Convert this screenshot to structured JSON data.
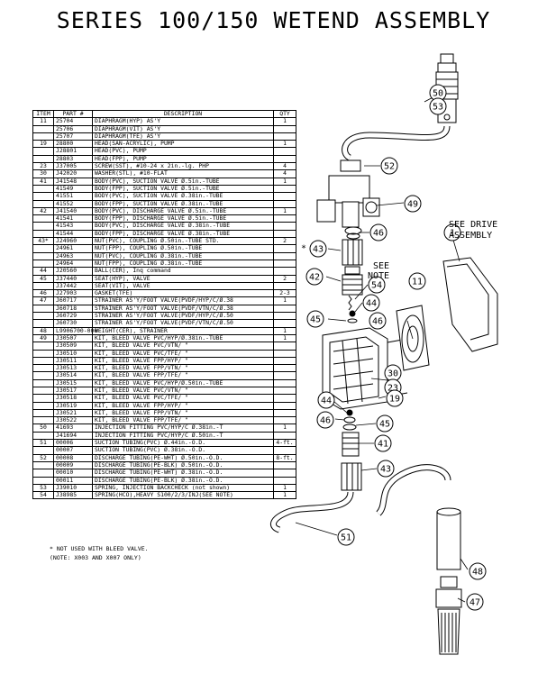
{
  "title": "SERIES 100/150 WETEND ASSEMBLY",
  "table": {
    "headers": {
      "item": "ITEM",
      "part": "PART #",
      "description": "DESCRIPTION",
      "qty": "QTY"
    },
    "rows": [
      {
        "item": "11",
        "part": "25704",
        "desc": "DIAPHRAGM(HYP) AS'Y",
        "qty": "1"
      },
      {
        "item": "",
        "part": "25706",
        "desc": "DIAPHRAGM(VIT) AS'Y",
        "qty": ""
      },
      {
        "item": "",
        "part": "25707",
        "desc": "DIAPHRAGM(TFE) AS'Y",
        "qty": ""
      },
      {
        "item": "19",
        "part": "28800",
        "desc": "HEAD(SAN-ACRYLIC), PUMP",
        "qty": "1"
      },
      {
        "item": "",
        "part": "J28801",
        "desc": "HEAD(PVC), PUMP",
        "qty": ""
      },
      {
        "item": "",
        "part": "28803",
        "desc": "HEAD(FPP), PUMP",
        "qty": ""
      },
      {
        "item": "23",
        "part": "J37005",
        "desc": "SCREW(SST), #10-24 x 2in.-lg. PHP",
        "qty": "4"
      },
      {
        "item": "30",
        "part": "J42020",
        "desc": "WASHER(STL), #10-FLAT",
        "qty": "4"
      },
      {
        "item": "41",
        "part": "J41548",
        "desc": "BODY(PVC), SUCTION VALVE Ø.5in.-TUBE",
        "qty": "1"
      },
      {
        "item": "",
        "part": "41549",
        "desc": "BODY(FPP), SUCTION VALVE Ø.5in.-TUBE",
        "qty": ""
      },
      {
        "item": "",
        "part": "41551",
        "desc": "BODY(PVC), SUCTION VALVE Ø.38in.-TUBE",
        "qty": ""
      },
      {
        "item": "",
        "part": "41552",
        "desc": "BODY(FPP), SUCTION VALVE Ø.38in.-TUBE",
        "qty": ""
      },
      {
        "item": "42",
        "part": "J41540",
        "desc": "BODY(PVC), DISCHARGE VALVE Ø.5in.-TUBE",
        "qty": "1"
      },
      {
        "item": "",
        "part": "41541",
        "desc": "BODY(FPP), DISCHARGE VALVE Ø.5in.-TUBE",
        "qty": ""
      },
      {
        "item": "",
        "part": "41543",
        "desc": "BODY(PVC), DISCHARGE VALVE Ø.38in.-TUBE",
        "qty": ""
      },
      {
        "item": "",
        "part": "41544",
        "desc": "BODY(FPP), DISCHARGE VALVE Ø.38in.-TUBE",
        "qty": ""
      },
      {
        "item": "43*",
        "part": "J24960",
        "desc": "NUT(PVC), COUPLING Ø.50in.-TUBE STD.",
        "qty": "2"
      },
      {
        "item": "",
        "part": "24961",
        "desc": "NUT(FPP), COUPLING Ø.50in.-TUBE",
        "qty": ""
      },
      {
        "item": "",
        "part": "24963",
        "desc": "NUT(PVC), COUPLING Ø.38in.-TUBE",
        "qty": ""
      },
      {
        "item": "",
        "part": "24964",
        "desc": "NUT(FPP), COUPLING Ø.38in.-TUBE",
        "qty": ""
      },
      {
        "item": "44",
        "part": "J20560",
        "desc": "BALL(CER), Inq command",
        "qty": ""
      },
      {
        "item": "45",
        "part": "J37440",
        "desc": "SEAT(HYP), VALVE",
        "qty": "2"
      },
      {
        "item": "",
        "part": "J37442",
        "desc": "SEAT(VIT), VALVE",
        "qty": ""
      },
      {
        "item": "46",
        "part": "J27903",
        "desc": "GASKET(TFE)",
        "qty": "2-3"
      },
      {
        "item": "47",
        "part": "J60717",
        "desc": "STRAINER AS'Y/FOOT VALVE(PVDF/HYP/C/Ø.38",
        "qty": "1"
      },
      {
        "item": "",
        "part": "J60718",
        "desc": "STRAINER AS'Y/FOOT VALVE(PVDF/VTN/C/Ø.38",
        "qty": ""
      },
      {
        "item": "",
        "part": "J60729",
        "desc": "STRAINER AS'Y/FOOT VALVE(PVDF/HYP/C/Ø.50",
        "qty": ""
      },
      {
        "item": "",
        "part": "J60730",
        "desc": "STRAINER AS'Y/FOOT VALVE(PVDF/VTN/C/Ø.50",
        "qty": ""
      },
      {
        "item": "48",
        "part": "L9906700-000",
        "desc": "WEIGHT(CER), STRAINER",
        "qty": "1"
      },
      {
        "item": "49",
        "part": "J30507",
        "desc": "KIT, BLEED VALVE PVC/HYP/Ø.38in.-TUBE",
        "qty": "1"
      },
      {
        "item": "",
        "part": "J30509",
        "desc": "KIT, BLEED VALVE PVC/VTN/      \"",
        "qty": ""
      },
      {
        "item": "",
        "part": "J30510",
        "desc": "KIT, BLEED VALVE PVC/TFE/      \"",
        "qty": ""
      },
      {
        "item": "",
        "part": "J30511",
        "desc": "KIT, BLEED VALVE FPP/HYP/      \"",
        "qty": ""
      },
      {
        "item": "",
        "part": "J30513",
        "desc": "KIT, BLEED VALVE FPP/VTN/      \"",
        "qty": ""
      },
      {
        "item": "",
        "part": "J30514",
        "desc": "KIT, BLEED VALVE FPP/TFE/      \"",
        "qty": ""
      },
      {
        "item": "",
        "part": "J30515",
        "desc": "KIT, BLEED VALVE PVC/HYP/Ø.50in.-TUBE",
        "qty": ""
      },
      {
        "item": "",
        "part": "J30517",
        "desc": "KIT, BLEED VALVE PVC/VTN/      \"",
        "qty": ""
      },
      {
        "item": "",
        "part": "J30518",
        "desc": "KIT, BLEED VALVE PVC/TFE/      \"",
        "qty": ""
      },
      {
        "item": "",
        "part": "J30519",
        "desc": "KIT, BLEED VALVE FPP/HYP/      \"",
        "qty": ""
      },
      {
        "item": "",
        "part": "J30521",
        "desc": "KIT, BLEED VALVE FPP/VTN/      \"",
        "qty": ""
      },
      {
        "item": "",
        "part": "J30522",
        "desc": "KIT, BLEED VALVE FPP/TFE/      \"",
        "qty": ""
      },
      {
        "item": "50",
        "part": "41693",
        "desc": "INJECTION FITTING PVC/HYP/C Ø.38in.-T",
        "qty": "1"
      },
      {
        "item": "",
        "part": "J41694",
        "desc": "INJECTION FITTING PVC/HYP/C Ø.50in.-T",
        "qty": ""
      },
      {
        "item": "51",
        "part": "00006",
        "desc": "SUCTION TUBING(PVC) Ø.44in.-O.D.",
        "qty": "4-ft."
      },
      {
        "item": "",
        "part": "00007",
        "desc": "SUCTION TUBING(PVC) Ø.38in.-O.D.",
        "qty": ""
      },
      {
        "item": "52",
        "part": "00008",
        "desc": "DISCHARGE TUBING(PE-WHT) Ø.50in.-O.D.",
        "qty": "8-ft."
      },
      {
        "item": "",
        "part": "00009",
        "desc": "DISCHARGE TUBING(PE-BLK) Ø.50in.-O.D.",
        "qty": ""
      },
      {
        "item": "",
        "part": "00010",
        "desc": "DISCHARGE TUBING(PE-WHT) Ø.38in.-O.D.",
        "qty": ""
      },
      {
        "item": "",
        "part": "00011",
        "desc": "DISCHARGE TUBING(PE-BLK) Ø.38in.-O.D.",
        "qty": ""
      },
      {
        "item": "53",
        "part": "J39010",
        "desc": "SPRING, INJECTION BACKCHECK (not shown)",
        "qty": "1"
      },
      {
        "item": "54",
        "part": "J38985",
        "desc": "SPRING(HCO),HEAVY S100/2/3/INJ(SEE NOTE)",
        "qty": "1"
      }
    ]
  },
  "footnote": {
    "line1": "* NOT USED WITH BLEED VALVE.",
    "line2": "(NOTE: X003 AND X007 ONLY)"
  },
  "callouts": {
    "c50": "50",
    "c53": "53",
    "c52": "52",
    "c49": "49",
    "c46a": "46",
    "c43a": "43",
    "c42": "42",
    "c54": "54",
    "c44a": "44",
    "c45a": "45",
    "c46b": "46",
    "c1": "1",
    "c11": "11",
    "c30": "30",
    "c23": "23",
    "c19": "19",
    "c44b": "44",
    "c46c": "46",
    "c45b": "45",
    "c41": "41",
    "c43b": "43",
    "c51": "51",
    "c48": "48",
    "c47": "47",
    "star": "*"
  },
  "notes": {
    "see_drive_1": "SEE DRIVE",
    "see_drive_2": "ASSEMBLY",
    "see_note_1": "SEE",
    "see_note_2": "NOTE"
  }
}
